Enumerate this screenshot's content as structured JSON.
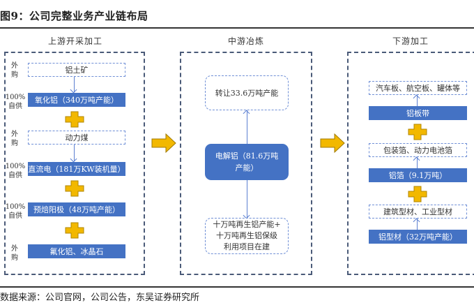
{
  "title": "图9：公司完整业务产业链布局",
  "source": "数据来源：公司官网，公司公告，东吴证券研究所",
  "colors": {
    "blue": "#4472c4",
    "gold": "#f2b800",
    "frame": "#4a5a78",
    "dash": "#6f8fd6"
  },
  "upstream": {
    "title": "上游开采加工",
    "rows": [
      {
        "label": "外购",
        "text": "铝土矿",
        "style": "dashed"
      },
      {
        "label": "100%自供",
        "text": "氧化铝（340万吨产能）",
        "style": "solid"
      },
      {
        "label": "外购",
        "text": "动力煤",
        "style": "dashed"
      },
      {
        "label": "100%自供",
        "text": "直流电（181万KW装机量）",
        "style": "solid"
      },
      {
        "label": "100%自供",
        "text": "预焙阳极（48万吨产能）",
        "style": "solid"
      },
      {
        "label": "外购",
        "text": "氟化铝、冰晶石",
        "style": "solid"
      }
    ],
    "labels_split": [
      [
        "外",
        "购"
      ],
      [
        "100%",
        "自供"
      ],
      [
        "外",
        "购"
      ],
      [
        "100%",
        "自供"
      ],
      [
        "100%",
        "自供"
      ],
      [
        "外",
        "购"
      ]
    ]
  },
  "midstream": {
    "title": "中游冶炼",
    "top": "转让33.6万吨产能",
    "center": "电解铝（81.6万吨产能）",
    "bottom_lines": [
      "十万吨再生铝产能+",
      "十万吨再生铝保级",
      "利用项目在建"
    ]
  },
  "downstream": {
    "title": "下游加工",
    "items": [
      {
        "text": "汽车板、航空板、罐体等",
        "style": "dashed"
      },
      {
        "text": "铝板带",
        "style": "solid"
      },
      {
        "text": "包装箔、动力电池箔",
        "style": "dashed"
      },
      {
        "text": "铝箔（9.1万吨）",
        "style": "solid"
      },
      {
        "text": "建筑型材、工业型材",
        "style": "dashed"
      },
      {
        "text": "铝型材（32万吨产能）",
        "style": "solid"
      }
    ]
  },
  "icons": {
    "plus": "plus-icon",
    "flow_arrow": "right-arrow-icon"
  }
}
